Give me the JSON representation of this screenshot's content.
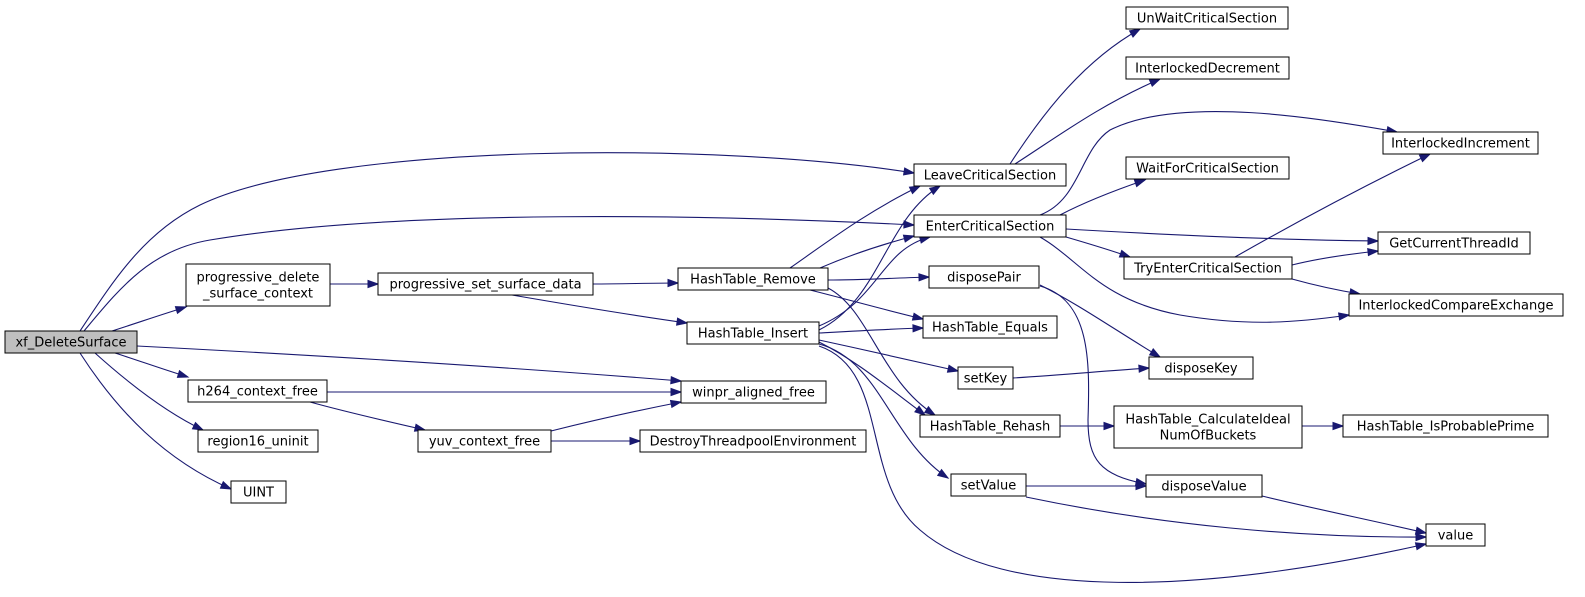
{
  "graph": {
    "root": "xf_DeleteSurface",
    "colors": {
      "edge": "#191970",
      "root_fill": "#bfbfbf",
      "node_fill": "#ffffff",
      "node_border": "#000000"
    },
    "nodes": [
      {
        "id": "xf_DeleteSurface",
        "lines": [
          "xf_DeleteSurface"
        ]
      },
      {
        "id": "progressive_delete_surface_context",
        "lines": [
          "progressive_delete",
          "_surface_context"
        ]
      },
      {
        "id": "h264_context_free",
        "lines": [
          "h264_context_free"
        ]
      },
      {
        "id": "region16_uninit",
        "lines": [
          "region16_uninit"
        ]
      },
      {
        "id": "UINT",
        "lines": [
          "UINT"
        ]
      },
      {
        "id": "progressive_set_surface_data",
        "lines": [
          "progressive_set_surface_data"
        ]
      },
      {
        "id": "winpr_aligned_free",
        "lines": [
          "winpr_aligned_free"
        ]
      },
      {
        "id": "yuv_context_free",
        "lines": [
          "yuv_context_free"
        ]
      },
      {
        "id": "HashTable_Remove",
        "lines": [
          "HashTable_Remove"
        ]
      },
      {
        "id": "HashTable_Insert",
        "lines": [
          "HashTable_Insert"
        ]
      },
      {
        "id": "DestroyThreadpoolEnvironment",
        "lines": [
          "DestroyThreadpoolEnvironment"
        ]
      },
      {
        "id": "LeaveCriticalSection",
        "lines": [
          "LeaveCriticalSection"
        ]
      },
      {
        "id": "EnterCriticalSection",
        "lines": [
          "EnterCriticalSection"
        ]
      },
      {
        "id": "disposePair",
        "lines": [
          "disposePair"
        ]
      },
      {
        "id": "HashTable_Equals",
        "lines": [
          "HashTable_Equals"
        ]
      },
      {
        "id": "setKey",
        "lines": [
          "setKey"
        ]
      },
      {
        "id": "HashTable_Rehash",
        "lines": [
          "HashTable_Rehash"
        ]
      },
      {
        "id": "setValue",
        "lines": [
          "setValue"
        ]
      },
      {
        "id": "UnWaitCriticalSection",
        "lines": [
          "UnWaitCriticalSection"
        ]
      },
      {
        "id": "InterlockedDecrement",
        "lines": [
          "InterlockedDecrement"
        ]
      },
      {
        "id": "WaitForCriticalSection",
        "lines": [
          "WaitForCriticalSection"
        ]
      },
      {
        "id": "TryEnterCriticalSection",
        "lines": [
          "TryEnterCriticalSection"
        ]
      },
      {
        "id": "disposeKey",
        "lines": [
          "disposeKey"
        ]
      },
      {
        "id": "HashTable_CalculateIdealNumOfBuckets",
        "lines": [
          "HashTable_CalculateIdeal",
          "NumOfBuckets"
        ]
      },
      {
        "id": "disposeValue",
        "lines": [
          "disposeValue"
        ]
      },
      {
        "id": "InterlockedIncrement",
        "lines": [
          "InterlockedIncrement"
        ]
      },
      {
        "id": "GetCurrentThreadId",
        "lines": [
          "GetCurrentThreadId"
        ]
      },
      {
        "id": "InterlockedCompareExchange",
        "lines": [
          "InterlockedCompareExchange"
        ]
      },
      {
        "id": "HashTable_IsProbablePrime",
        "lines": [
          "HashTable_IsProbablePrime"
        ]
      },
      {
        "id": "value",
        "lines": [
          "value"
        ]
      }
    ],
    "edges": [
      [
        "xf_DeleteSurface",
        "LeaveCriticalSection"
      ],
      [
        "xf_DeleteSurface",
        "EnterCriticalSection"
      ],
      [
        "xf_DeleteSurface",
        "progressive_delete_surface_context"
      ],
      [
        "xf_DeleteSurface",
        "winpr_aligned_free"
      ],
      [
        "xf_DeleteSurface",
        "h264_context_free"
      ],
      [
        "xf_DeleteSurface",
        "region16_uninit"
      ],
      [
        "xf_DeleteSurface",
        "UINT"
      ],
      [
        "progressive_delete_surface_context",
        "progressive_set_surface_data"
      ],
      [
        "progressive_set_surface_data",
        "HashTable_Remove"
      ],
      [
        "progressive_set_surface_data",
        "HashTable_Insert"
      ],
      [
        "h264_context_free",
        "winpr_aligned_free"
      ],
      [
        "h264_context_free",
        "yuv_context_free"
      ],
      [
        "yuv_context_free",
        "winpr_aligned_free"
      ],
      [
        "yuv_context_free",
        "DestroyThreadpoolEnvironment"
      ],
      [
        "HashTable_Remove",
        "LeaveCriticalSection"
      ],
      [
        "HashTable_Remove",
        "EnterCriticalSection"
      ],
      [
        "HashTable_Remove",
        "disposePair"
      ],
      [
        "HashTable_Remove",
        "HashTable_Equals"
      ],
      [
        "HashTable_Remove",
        "HashTable_Rehash"
      ],
      [
        "HashTable_Insert",
        "LeaveCriticalSection"
      ],
      [
        "HashTable_Insert",
        "EnterCriticalSection"
      ],
      [
        "HashTable_Insert",
        "HashTable_Equals"
      ],
      [
        "HashTable_Insert",
        "setKey"
      ],
      [
        "HashTable_Insert",
        "HashTable_Rehash"
      ],
      [
        "HashTable_Insert",
        "setValue"
      ],
      [
        "HashTable_Insert",
        "value"
      ],
      [
        "LeaveCriticalSection",
        "UnWaitCriticalSection"
      ],
      [
        "LeaveCriticalSection",
        "InterlockedDecrement"
      ],
      [
        "EnterCriticalSection",
        "InterlockedIncrement"
      ],
      [
        "EnterCriticalSection",
        "WaitForCriticalSection"
      ],
      [
        "EnterCriticalSection",
        "GetCurrentThreadId"
      ],
      [
        "EnterCriticalSection",
        "TryEnterCriticalSection"
      ],
      [
        "EnterCriticalSection",
        "InterlockedCompareExchange"
      ],
      [
        "TryEnterCriticalSection",
        "InterlockedIncrement"
      ],
      [
        "TryEnterCriticalSection",
        "GetCurrentThreadId"
      ],
      [
        "TryEnterCriticalSection",
        "InterlockedCompareExchange"
      ],
      [
        "disposePair",
        "disposeKey"
      ],
      [
        "disposePair",
        "disposeValue"
      ],
      [
        "setKey",
        "disposeKey"
      ],
      [
        "HashTable_Rehash",
        "HashTable_CalculateIdealNumOfBuckets"
      ],
      [
        "HashTable_CalculateIdealNumOfBuckets",
        "HashTable_IsProbablePrime"
      ],
      [
        "setValue",
        "disposeValue"
      ],
      [
        "setValue",
        "value"
      ],
      [
        "disposeValue",
        "value"
      ]
    ]
  }
}
